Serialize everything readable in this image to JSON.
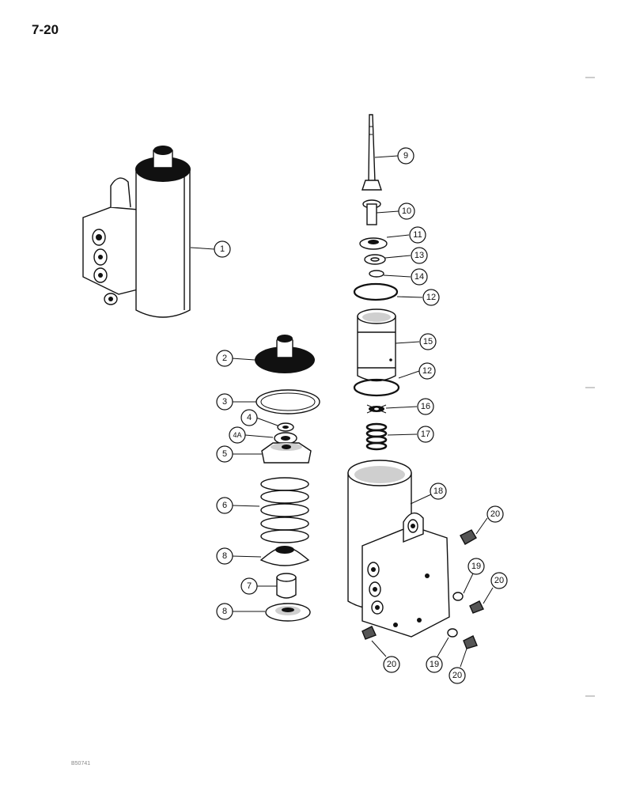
{
  "page": {
    "number": "7-20",
    "ref_code": "B50741"
  },
  "callouts": [
    {
      "id": "c1",
      "label": "1"
    },
    {
      "id": "c2",
      "label": "2"
    },
    {
      "id": "c3",
      "label": "3"
    },
    {
      "id": "c4",
      "label": "4"
    },
    {
      "id": "c4a",
      "label": "4A"
    },
    {
      "id": "c5",
      "label": "5"
    },
    {
      "id": "c6",
      "label": "6"
    },
    {
      "id": "c8a",
      "label": "8"
    },
    {
      "id": "c7",
      "label": "7"
    },
    {
      "id": "c8b",
      "label": "8"
    },
    {
      "id": "c9",
      "label": "9"
    },
    {
      "id": "c10",
      "label": "10"
    },
    {
      "id": "c11",
      "label": "11"
    },
    {
      "id": "c13",
      "label": "13"
    },
    {
      "id": "c14",
      "label": "14"
    },
    {
      "id": "c12a",
      "label": "12"
    },
    {
      "id": "c15",
      "label": "15"
    },
    {
      "id": "c12b",
      "label": "12"
    },
    {
      "id": "c16",
      "label": "16"
    },
    {
      "id": "c17",
      "label": "17"
    },
    {
      "id": "c18",
      "label": "18"
    },
    {
      "id": "c20a",
      "label": "20"
    },
    {
      "id": "c19a",
      "label": "19"
    },
    {
      "id": "c20b",
      "label": "20"
    },
    {
      "id": "c20c",
      "label": "20"
    },
    {
      "id": "c19b",
      "label": "19"
    },
    {
      "id": "c20d",
      "label": "20"
    }
  ]
}
